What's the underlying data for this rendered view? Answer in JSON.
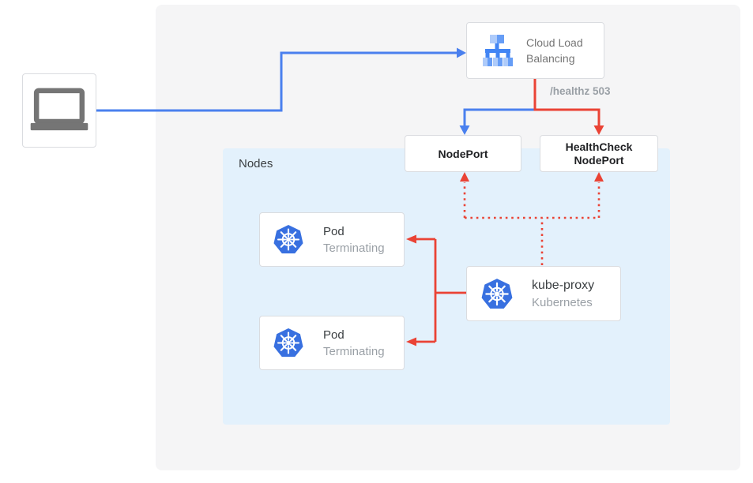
{
  "diagram": {
    "title_implied": "Kubernetes external load balancer health-check flow",
    "panels": {
      "nodes": {
        "label": "Nodes"
      }
    },
    "nodes": {
      "client": {
        "icon": "laptop-icon"
      },
      "cloud_load_balancing": {
        "icon": "load-balancer-icon",
        "label_line1": "Cloud Load",
        "label_line2": "Balancing"
      },
      "node_port": {
        "label": "NodePort"
      },
      "health_check_node_port": {
        "label_line1": "HealthCheck",
        "label_line2": "NodePort"
      },
      "pod_1": {
        "icon": "kubernetes-icon",
        "title": "Pod",
        "status": "Terminating"
      },
      "pod_2": {
        "icon": "kubernetes-icon",
        "title": "Pod",
        "status": "Terminating"
      },
      "kube_proxy": {
        "icon": "kubernetes-icon",
        "title": "kube-proxy",
        "subtitle": "Kubernetes"
      }
    },
    "annotations": {
      "healthz": "/healthz 503"
    },
    "colors": {
      "connector_blue": "#4285f4",
      "connector_red": "#ea4335",
      "nodes_panel_bg": "#e3f1fc",
      "canvas_panel_bg": "#f5f5f6",
      "card_border": "#dadce0",
      "title_text": "#3c4043",
      "subtitle_text": "#9aa0a6",
      "kubernetes_blue": "#3870e0",
      "laptop_gray": "#757575"
    }
  }
}
